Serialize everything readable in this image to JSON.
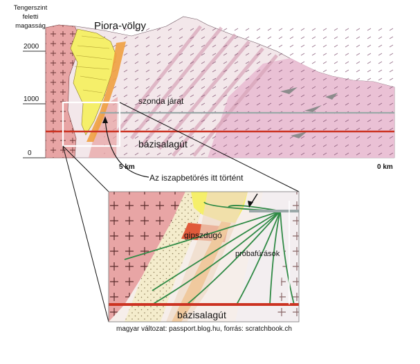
{
  "axis": {
    "title_lines": [
      "Tengerszint",
      "feletti",
      "magasság"
    ],
    "ticks": [
      "2000",
      "1000",
      "0"
    ]
  },
  "labels": {
    "valley": "Piora-völgy",
    "probe_tunnel": "szonda járat",
    "base_tunnel": "bázisalagút",
    "km5": "5 km",
    "km0": "0 km",
    "callout": "Az iszapbetörés itt történt"
  },
  "inset": {
    "gypsum_plug": "gipszdugó",
    "test_bores": "próbafúrások",
    "base_tunnel": "bázisalagút"
  },
  "credit": "magyar változat: passport.blog.hu, forrás: scratchbook.ch",
  "colors": {
    "granite": "#e8a5a5",
    "yellow_zone": "#f5ef6a",
    "gypsum": "#e05a3a",
    "orange_band": "#f0a040",
    "schist_light": "#f3e7ea",
    "schist_pink": "#e9bcd3",
    "tunnel": "#cc3322",
    "drill": "#2f8a45"
  }
}
